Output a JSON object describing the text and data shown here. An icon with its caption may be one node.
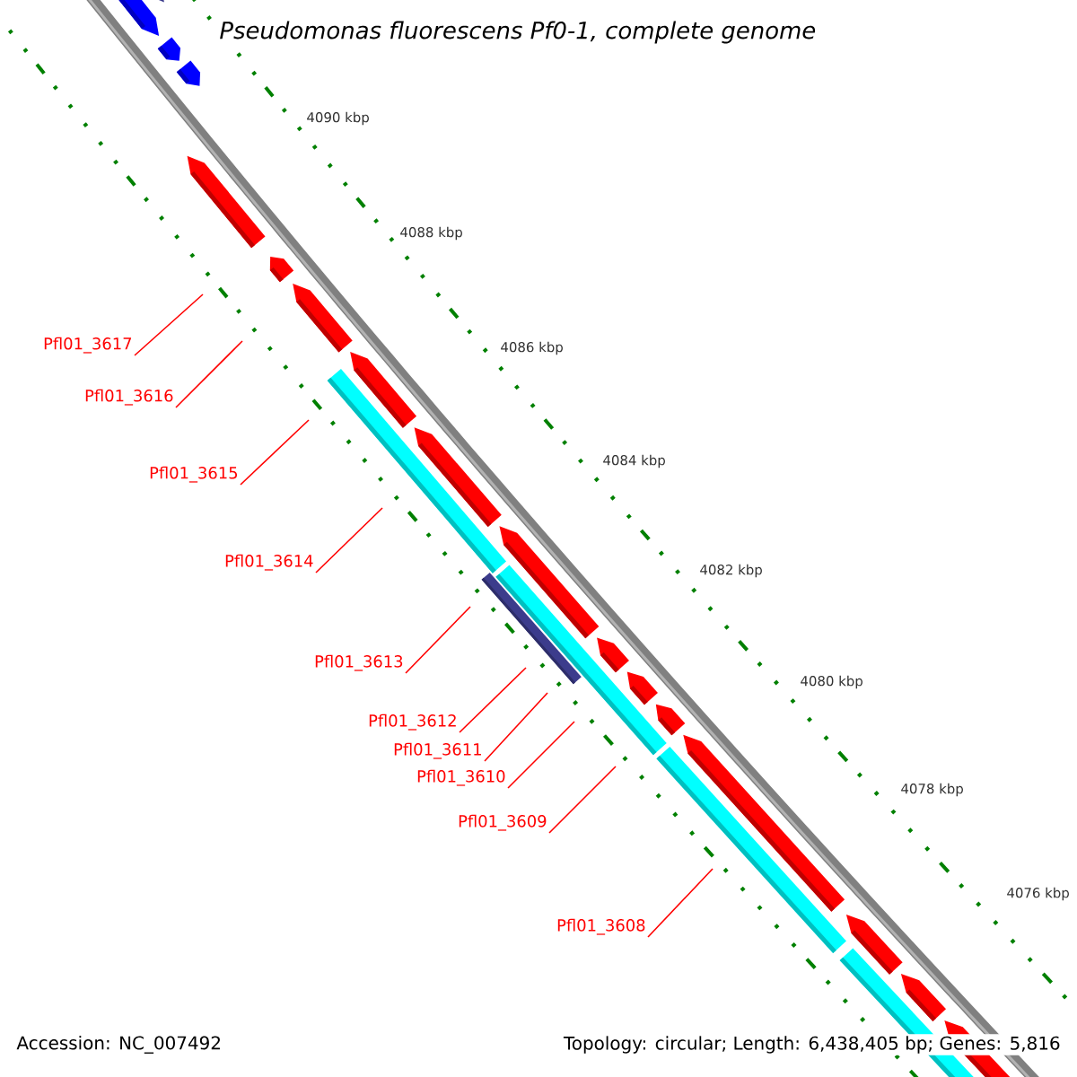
{
  "diagram": {
    "title": "Pseudomonas fluorescens Pf0-1, complete genome",
    "nodes": [
      {
        "text": [
          "Pfl01_3617"
        ]
      },
      {
        "text": [
          "Pfl01_3616"
        ]
      },
      {
        "text": [
          "Pfl01_3615"
        ]
      },
      {
        "text": [
          "Pfl01_3614"
        ]
      },
      {
        "text": [
          "Pfl01_3613"
        ]
      },
      {
        "text": [
          "Pfl01_3612"
        ]
      },
      {
        "text": [
          "Pfl01_3611"
        ]
      },
      {
        "text": [
          "Pfl01_3610"
        ]
      },
      {
        "text": [
          "Pfl01_3609"
        ]
      },
      {
        "text": [
          "Pfl01_3608"
        ]
      }
    ],
    "edges": [
      {
        "from": 0,
        "to": null,
        "arrow": "none"
      },
      {
        "from": 1,
        "to": null,
        "arrow": "none"
      },
      {
        "from": 2,
        "to": null,
        "arrow": "none"
      },
      {
        "from": 3,
        "to": null,
        "arrow": "none"
      },
      {
        "from": 4,
        "to": null,
        "arrow": "none"
      },
      {
        "from": 5,
        "to": null,
        "arrow": "none"
      },
      {
        "from": 6,
        "to": null,
        "arrow": "none"
      },
      {
        "from": 7,
        "to": null,
        "arrow": "none"
      },
      {
        "from": 8,
        "to": null,
        "arrow": "none"
      },
      {
        "from": 9,
        "to": null,
        "arrow": "none"
      }
    ],
    "labels": [
      "4090 kbp",
      "4088 kbp",
      "4086 kbp",
      "4084 kbp",
      "4082 kbp",
      "4080 kbp",
      "4078 kbp",
      "4076 kbp",
      "Accession: NC_007492",
      "Topology: circular; Length: 6,438,405 bp; Genes: 5,816"
    ]
  }
}
